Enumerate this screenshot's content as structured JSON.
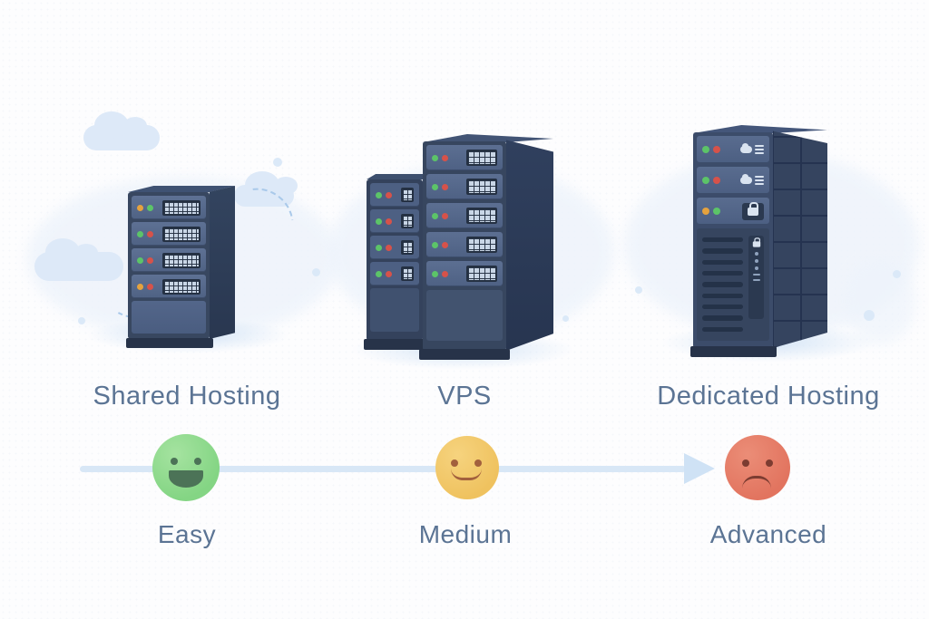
{
  "columns": [
    {
      "title": "Shared Hosting",
      "difficulty": "Easy",
      "face_icon": "happy-face",
      "face_color": "#8fd98e",
      "server_icon": "small-rack-server"
    },
    {
      "title": "VPS",
      "difficulty": "Medium",
      "face_icon": "slight-smile-face",
      "face_color": "#f1c766",
      "server_icon": "two-rack-servers"
    },
    {
      "title": "Dedicated Hosting",
      "difficulty": "Advanced",
      "face_icon": "sad-face",
      "face_color": "#e57e69",
      "server_icon": "large-dedicated-tower"
    }
  ],
  "difficulty_axis": {
    "direction": "left-to-right",
    "arrow_color": "#cfe2f5"
  },
  "palette": {
    "background": "#fdfdfe",
    "text": "#5b7494",
    "server_body": "#394863",
    "server_side": "#2c3a54",
    "server_panel": "#55688c",
    "led_green": "#5cc468",
    "led_red": "#d6524a",
    "led_orange": "#e5a23e",
    "cloud": "#dde9f8"
  }
}
